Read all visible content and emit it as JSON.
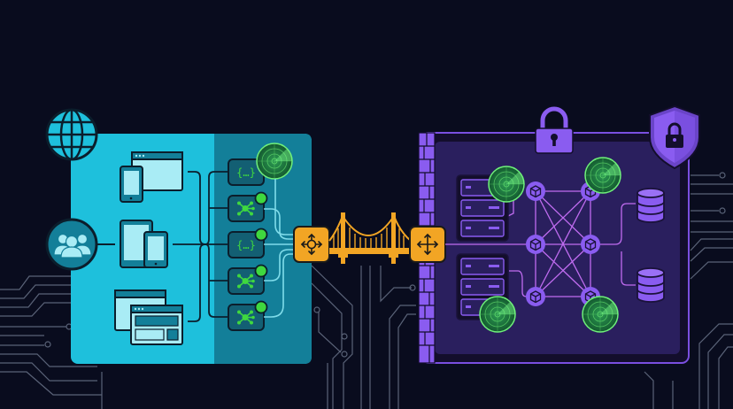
{
  "diagram": {
    "title": "",
    "theme": {
      "background": "#090c1e",
      "trace": "#5a6378",
      "client_zone": "#1ec0dc",
      "client_zone_dark": "#137f99",
      "api_box": "#135f73",
      "outline": "#0b1e2c",
      "light_panel": "#a9ecf5",
      "green": "#3fd83f",
      "radar": "#1a6b3a",
      "gateway": "#f2a524",
      "backend_zone": "#2a1f5e",
      "backend_frame": "#7a4fe0",
      "backend_accent": "#8a5cf0",
      "mesh_line": "#c06cf0"
    },
    "left_zone": {
      "label": "",
      "icons": [
        "globe-icon",
        "users-icon"
      ],
      "clients": [
        "desktop-mobile-client",
        "tablet-phone-client",
        "web-app-client"
      ],
      "services": [
        {
          "icon": "json-braces-icon",
          "status": "radar"
        },
        {
          "icon": "hub-icon",
          "status": "online"
        },
        {
          "icon": "json-braces-icon",
          "status": "online"
        },
        {
          "icon": "hub-icon",
          "status": "online"
        },
        {
          "icon": "hub-icon",
          "status": "online"
        }
      ]
    },
    "bridge": {
      "left_gateway": "move-arrows-icon",
      "right_gateway": "move-arrows-icon",
      "connector": "bridge-icon"
    },
    "right_zone": {
      "label": "",
      "icons": [
        "padlock-icon",
        "shield-lock-icon"
      ],
      "server_racks": 2,
      "mesh_nodes": 6,
      "databases": 2,
      "radars": 4
    }
  }
}
